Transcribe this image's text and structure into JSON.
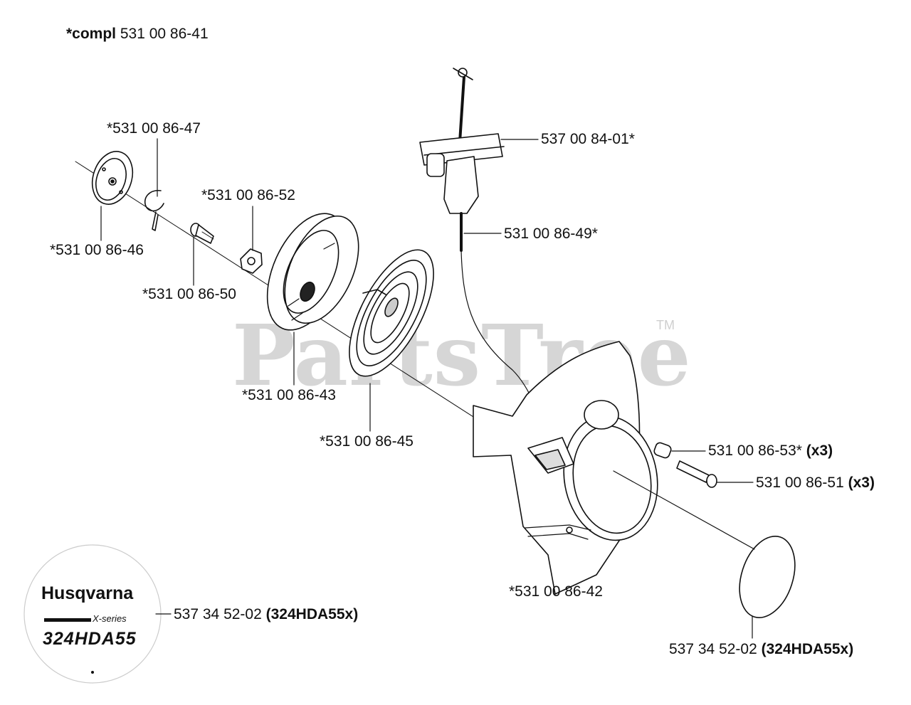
{
  "title": {
    "prefix": "*compl",
    "number": "531 00 86-41"
  },
  "watermark": {
    "text": "PartsTree",
    "tm": "TM"
  },
  "logo": {
    "brand": "Husqvarna",
    "series": "X-series",
    "model": "324HDA55"
  },
  "parts": [
    {
      "id": "p47",
      "text": "*531 00 86-47"
    },
    {
      "id": "p52",
      "text": "*531 00 86-52"
    },
    {
      "id": "p46",
      "text": "*531 00 86-46"
    },
    {
      "id": "p50",
      "text": "*531 00 86-50"
    },
    {
      "id": "p43",
      "text": "*531 00 86-43"
    },
    {
      "id": "p45",
      "text": "*531 00 86-45"
    },
    {
      "id": "p8401",
      "text": "537 00 84-01*"
    },
    {
      "id": "p49",
      "text": "531 00 86-49*"
    },
    {
      "id": "p53",
      "text": "531 00 86-53*",
      "qty": "(x3)"
    },
    {
      "id": "p51",
      "text": "531 00 86-51",
      "qty": "(x3)"
    },
    {
      "id": "p42",
      "text": "*531 00 86-42"
    },
    {
      "id": "pdecal",
      "text": "537 34 52-02",
      "qty": "(324HDA55x)"
    },
    {
      "id": "pcap",
      "text": "537 34 52-02",
      "qty": "(324HDA55x)"
    }
  ]
}
